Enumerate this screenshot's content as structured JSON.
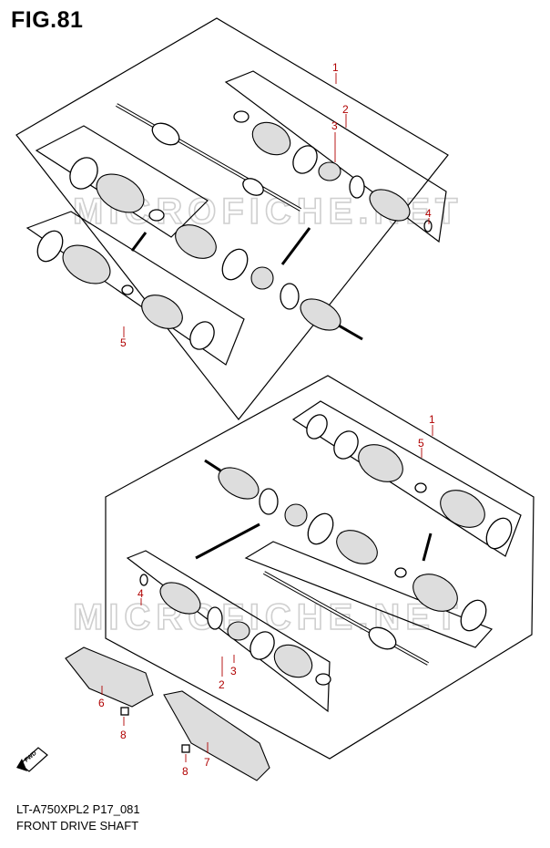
{
  "figure": {
    "title": "FIG.81"
  },
  "footer": {
    "model_code": "LT-A750XPL2 P17_081",
    "section_name": "FRONT DRIVE SHAFT"
  },
  "watermark": {
    "text": "MICROFICHE.NET"
  },
  "fwd_badge": {
    "text": "FWD"
  },
  "callouts": {
    "upper_assembly": "1",
    "upper_outer_boot_kit": "2",
    "upper_inner_joint": "3",
    "upper_snap_ring": "4",
    "upper_boot_set": "5",
    "lower_assembly": "1",
    "lower_boot_set": "5",
    "lower_snap_ring": "4",
    "lower_outer_boot_kit": "2",
    "lower_inner_joint": "3",
    "guard_left": "6",
    "guard_right": "7",
    "bolt_left": "8",
    "bolt_right": "8"
  },
  "colors": {
    "callout": "#b00000",
    "line": "#000000",
    "watermark": "#cfcfcf"
  }
}
